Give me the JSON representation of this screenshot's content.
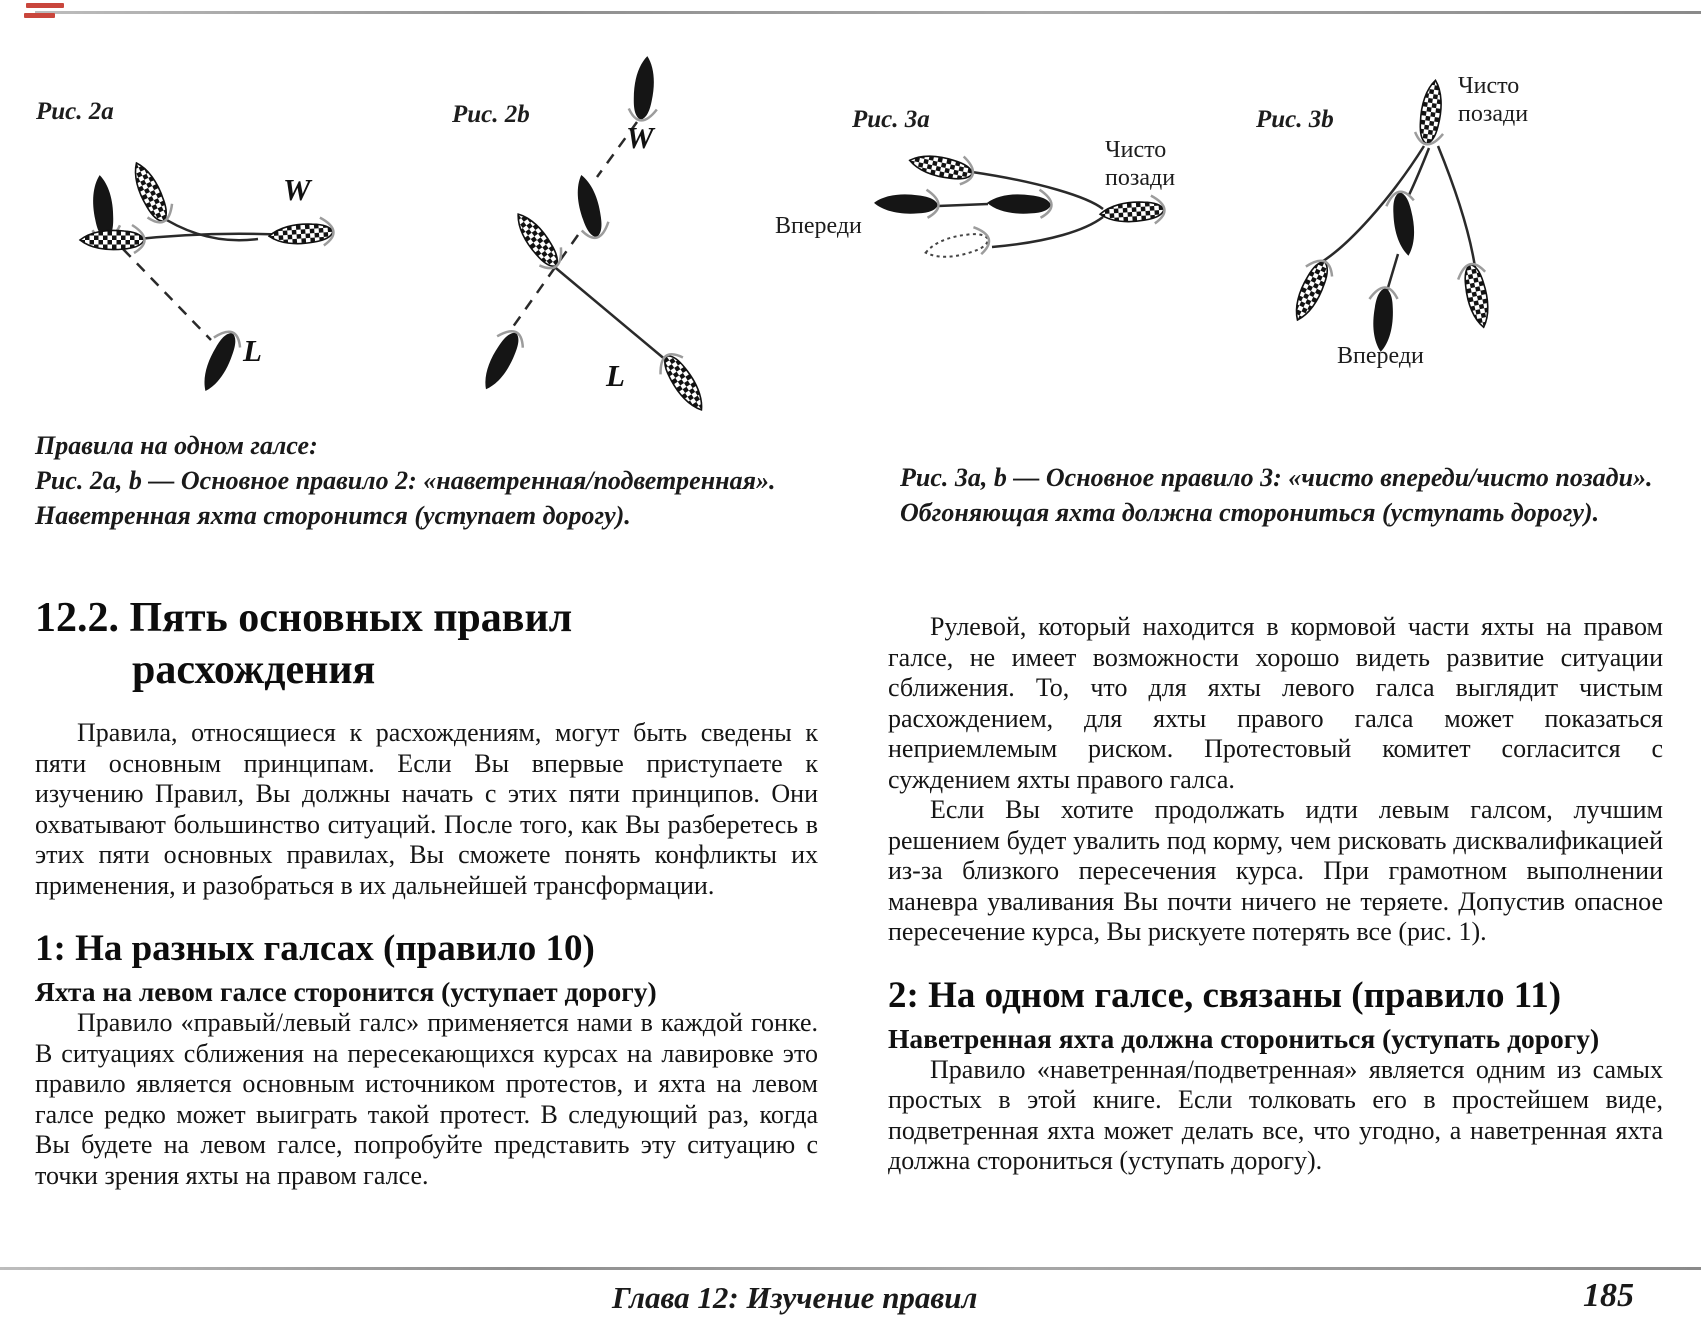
{
  "figures": {
    "fig2a": {
      "label": "Рис. 2a",
      "windward_label": "W",
      "leeward_label": "L"
    },
    "fig2b": {
      "label": "Рис. 2b",
      "windward_label": "W",
      "leeward_label": "L"
    },
    "fig3a": {
      "label": "Рис. 3a",
      "clear_astern": "Чисто позади",
      "ahead": "Впереди"
    },
    "fig3b": {
      "label": "Рис. 3b",
      "clear_astern": "Чисто позади",
      "ahead": "Впереди"
    }
  },
  "captions": {
    "left": [
      "Правила на одном галсе:",
      "Рис. 2a, b — Основное правило 2: «наветренная/подветренная».",
      "Наветренная яхта сторонится (уступает дорогу)."
    ],
    "right": [
      "Рис. 3a, b — Основное правило 3: «чисто впереди/чисто позади».",
      "Обгоняющая яхта должна сторониться (уступать дорогу)."
    ]
  },
  "left_column": {
    "heading_line1": "12.2. Пять основных правил",
    "heading_line2": "расхождения",
    "para1": "Правила, относящиеся к расхождениям, могут быть сведены к пяти основным принципам. Если Вы впервые приступаете к изучению Правил, Вы должны начать с этих пяти принципов. Они охватывают большинство ситуаций. После того, как Вы разберетесь в этих пяти основных правилах, Вы сможете понять конфликты их применения, и разобраться в их дальнейшей трансформации.",
    "sub1_title": "1: На разных галсах (правило 10)",
    "sub1_lead": "Яхта на левом галсе сторонится (уступает дорогу)",
    "sub1_para": "Правило «правый/левый галс» применяется нами в каждой гонке. В ситуациях сближения на пересекающихся курсах на лавировке это правило является основным источником протестов, и яхта на левом галсе редко может выиграть такой протест. В следующий раз, когда Вы будете на левом галсе, попробуйте представить эту ситуацию с точки зрения яхты на правом галсе."
  },
  "right_column": {
    "para1": "Рулевой, который находится в кормовой части яхты на правом галсе, не имеет возможности хорошо видеть развитие ситуации сближения. То, что для яхты левого галса выглядит чистым расхождением, для яхты правого галса может показаться неприемлемым риском. Протестовый комитет согласится с суждением яхты правого галса.",
    "para2": "Если Вы хотите продолжать идти левым галсом, лучшим решением будет увалить под корму, чем рисковать дисквалификацией из-за близкого пересечения курса. При грамотном выполнении маневра уваливания Вы почти ничего не теряете. Допустив опасное пересечение курса, Вы рискуете потерять все (рис. 1).",
    "sub2_title": "2: На одном галсе, связаны (правило 11)",
    "sub2_lead": "Наветренная яхта должна сторониться (уступать дорогу)",
    "sub2_para": "Правило «наветренная/подветренная» является одним из самых простых в этой книге. Если толковать его в простейшем виде, подветренная яхта может делать все, что угодно, а наветренная яхта должна сторониться (уступать дорогу)."
  },
  "footer": {
    "chapter": "Глава 12: Изучение правил",
    "page_number": "185"
  }
}
